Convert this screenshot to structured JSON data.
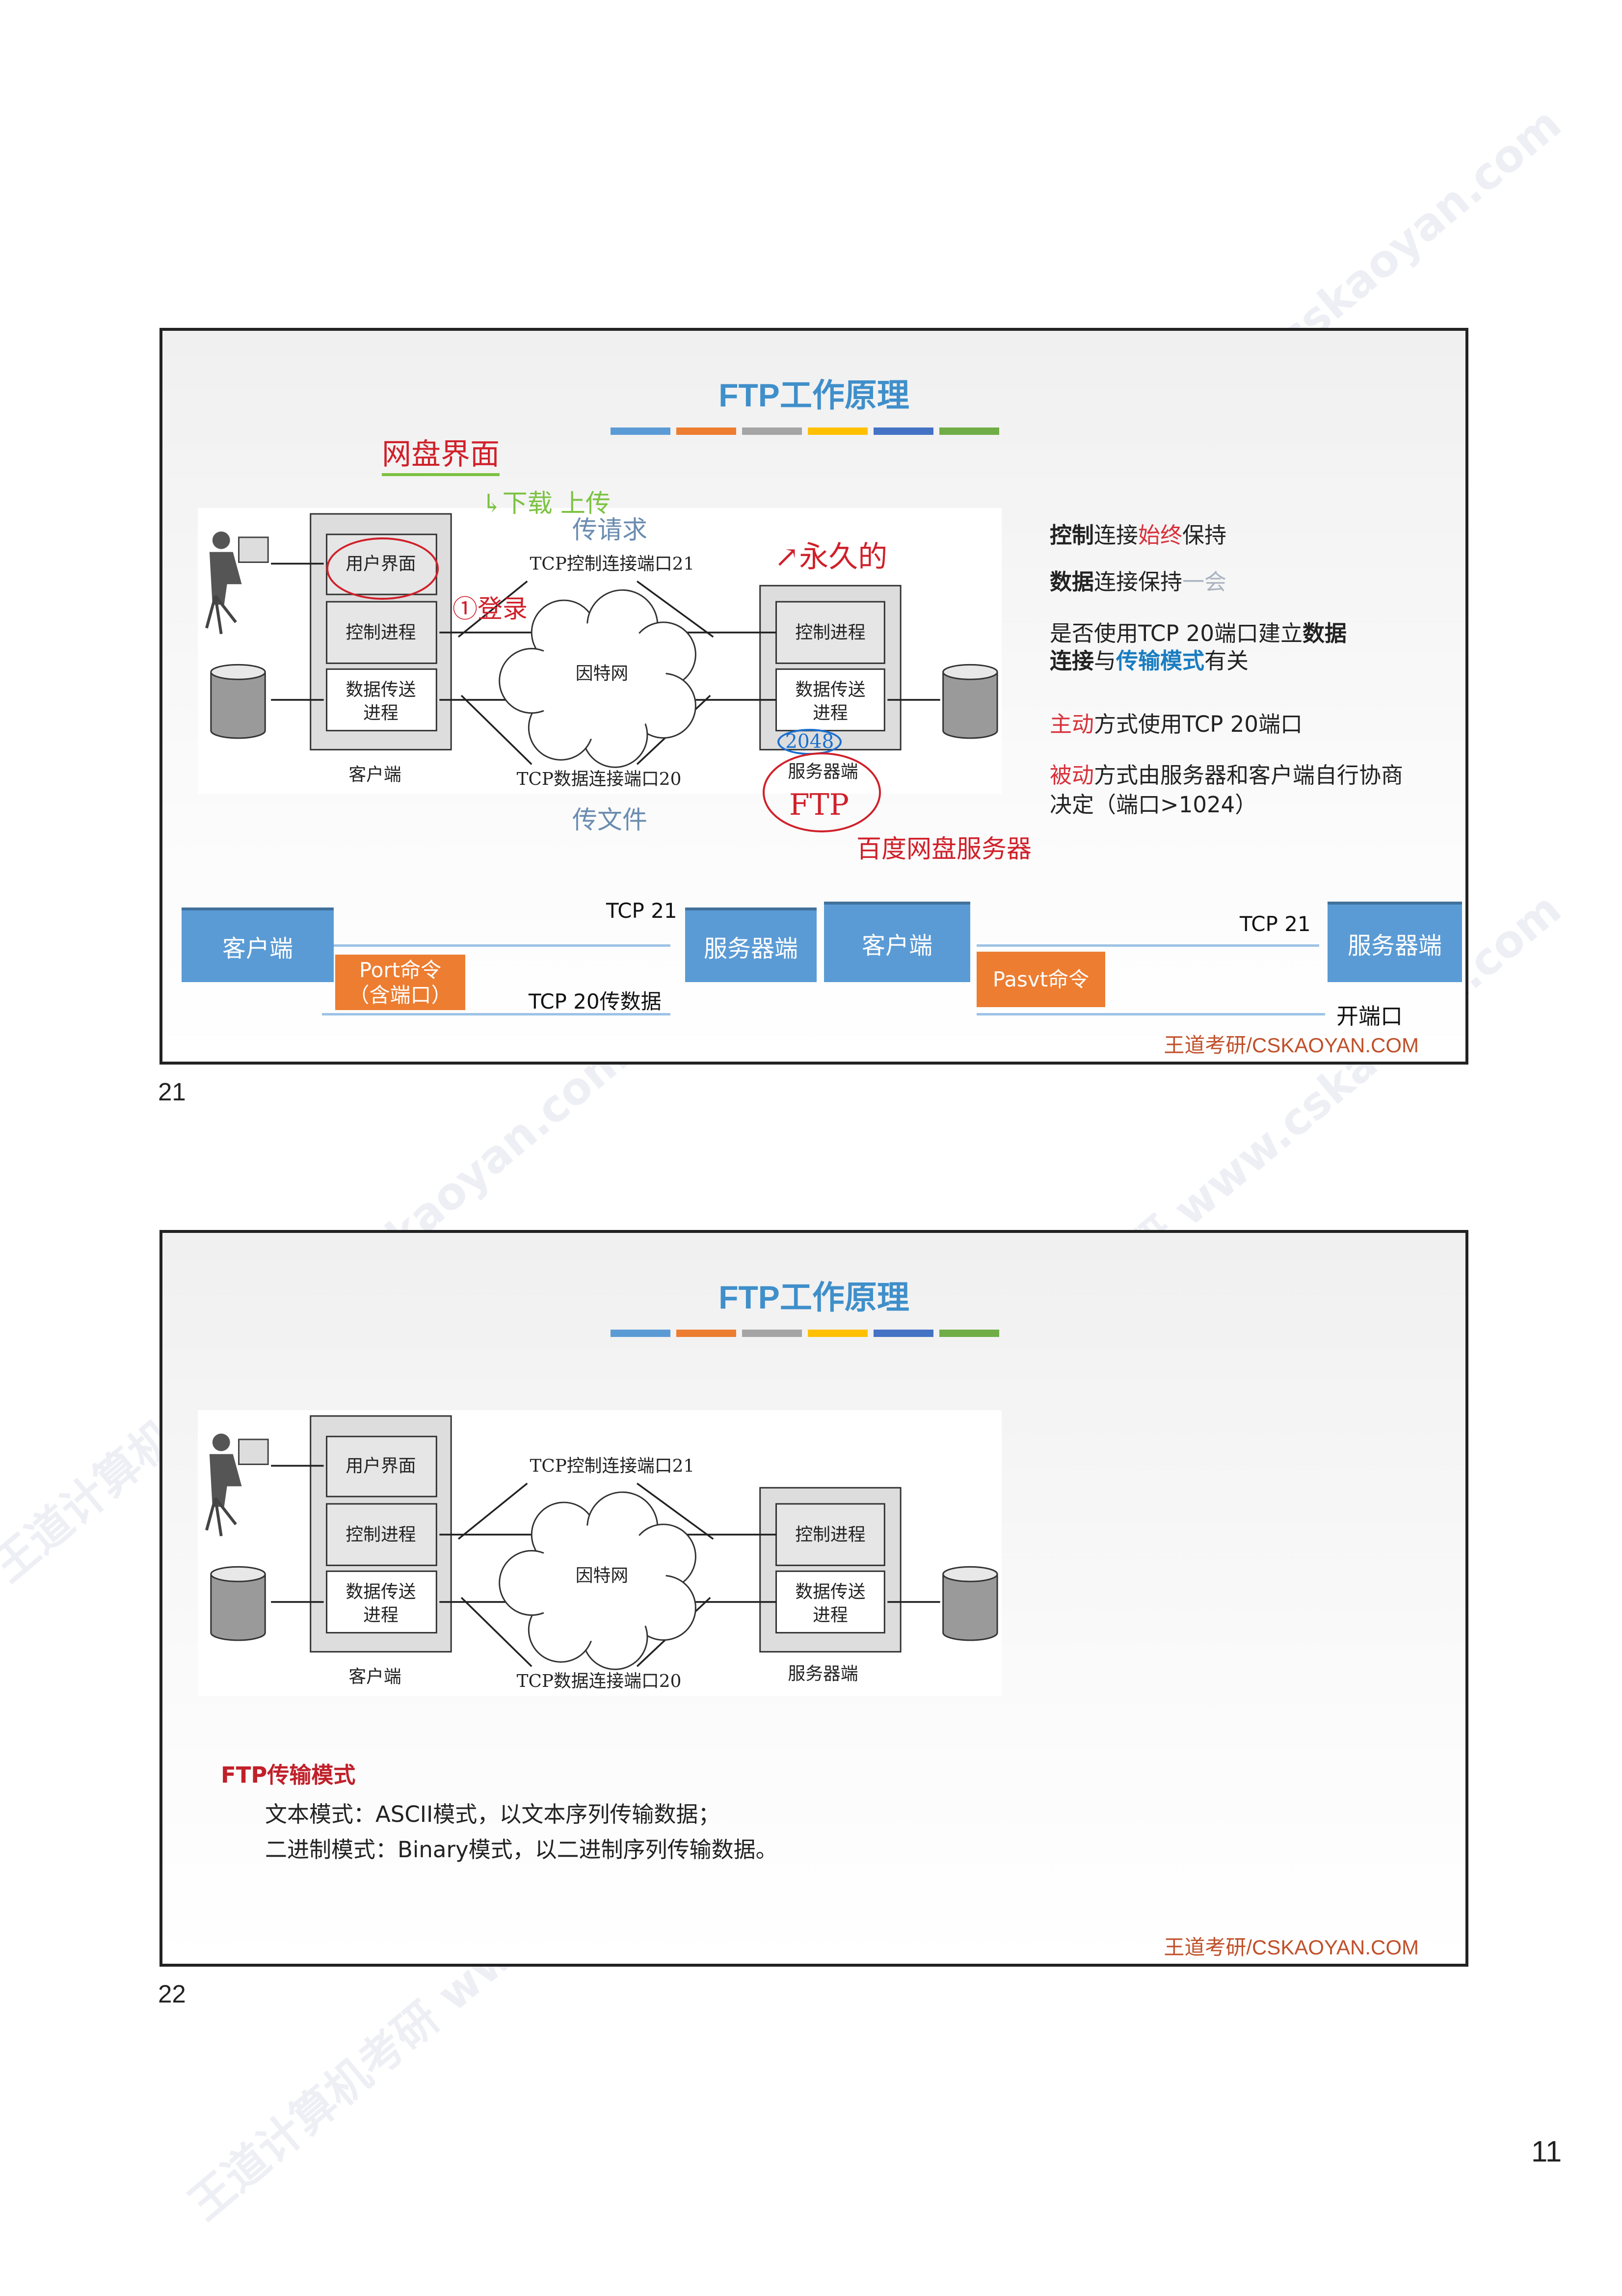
{
  "slide1": {
    "title": "FTP工作原理",
    "number": "21",
    "footer": "王道考研/CSKAOYAN.COM",
    "notes": [
      {
        "parts": [
          {
            "t": "控制",
            "s": "bold"
          },
          {
            "t": "连接",
            "s": ""
          },
          {
            "t": "始终",
            "s": "red"
          },
          {
            "t": "保持",
            "s": ""
          }
        ]
      },
      {
        "parts": [
          {
            "t": "数据",
            "s": "bold"
          },
          {
            "t": "连接保持",
            "s": ""
          },
          {
            "t": "一会",
            "s": "gray"
          }
        ]
      },
      {
        "parts": [
          {
            "t": "是否使用TCP 20端口建立",
            "s": ""
          },
          {
            "t": "数据",
            "s": "bold"
          }
        ]
      },
      {
        "parts": [
          {
            "t": "连接",
            "s": "bold"
          },
          {
            "t": "与",
            "s": ""
          },
          {
            "t": "传输模式",
            "s": "blue"
          },
          {
            "t": "有关",
            "s": ""
          }
        ]
      },
      {
        "parts": [
          {
            "t": "主动",
            "s": "red"
          },
          {
            "t": "方式使用TCP 20端口",
            "s": ""
          }
        ]
      },
      {
        "parts": [
          {
            "t": "被动",
            "s": "red"
          },
          {
            "t": "方式由服务器和客户端自行协商",
            "s": ""
          }
        ]
      },
      {
        "parts": [
          {
            "t": "决定（端口>1024）",
            "s": ""
          }
        ]
      }
    ],
    "handwriting": {
      "netdisk_ui": "网盘界面",
      "download_upload": "↳下载 上传",
      "send_request": "传请求",
      "login": "①登录",
      "permanent": "↗永久的",
      "port_2048": "2048",
      "ftp": "FTP",
      "baidu_server": "百度网盘服务器",
      "send_file": "传文件"
    },
    "modes": {
      "active": {
        "client": "客户端",
        "server": "服务器端",
        "tcp21": "TCP 21",
        "cmd_line1": "Port命令",
        "cmd_line2": "（含端口）",
        "tcp20": "TCP 20传数据"
      },
      "passive": {
        "client": "客户端",
        "server": "服务器端",
        "tcp21": "TCP 21",
        "cmd": "Pasvt命令",
        "open_port": "开端口"
      }
    }
  },
  "diagram": {
    "user_interface": "用户界面",
    "control_process": "控制进程",
    "data_process_1": "数据传送",
    "data_process_2": "进程",
    "internet": "因特网",
    "tcp_control": "TCP控制连接端口21",
    "tcp_data": "TCP数据连接端口20",
    "client": "客户端",
    "server": "服务器端"
  },
  "slide2": {
    "title": "FTP工作原理",
    "number": "22",
    "footer": "王道考研/CSKAOYAN.COM",
    "mode_heading": "FTP传输模式",
    "text_mode": "文本模式：ASCII模式，以文本序列传输数据；",
    "binary_mode": "二进制模式：Binary模式，以二进制序列传输数据。"
  },
  "page_number": "11",
  "watermark": "王道计算机考研 www.cskaoyan.com",
  "colors": {
    "title": "#3f8fca",
    "bars": [
      "#5b9bd5",
      "#ed7d31",
      "#a5a5a5",
      "#ffc000",
      "#4472c4",
      "#70ad47"
    ],
    "box_blue": "#5a9bd5",
    "box_orange": "#ed7d31",
    "footer": "#c0502a"
  }
}
